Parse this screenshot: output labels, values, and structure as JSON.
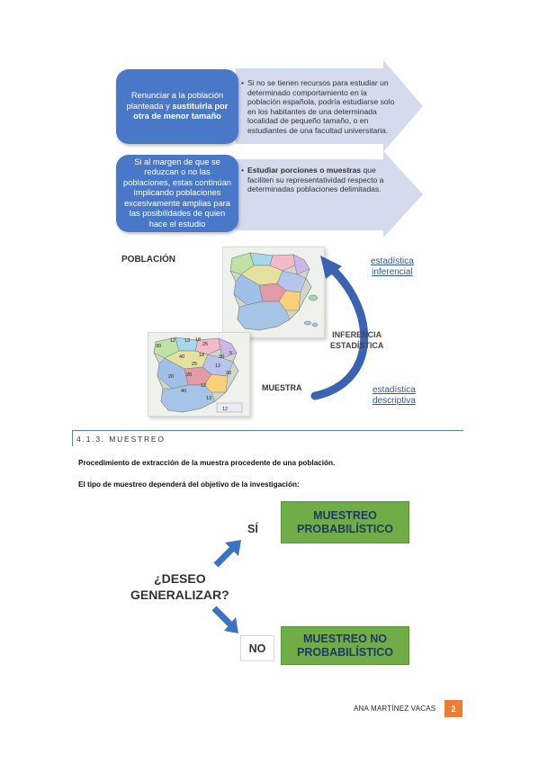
{
  "diagram_top": {
    "row1": {
      "box_pre": "Renunciar a la población planteada y ",
      "box_bold": "sustituirla por otra de menor tamaño",
      "bullet": "•",
      "text": "Si no se tienen recursos para estudiar un determinado comportamiento en la población española, podría estudiarse solo en los habitantes de una determinada localidad de pequeño tamaño, o en estudiantes de una facultad universitaria."
    },
    "row2": {
      "box": "Si al margen de que se reduzcan o no las poblaciones, estas continúan implicando poblaciones excesivamente amplias para las posibilidades de quien hace el estudio",
      "bullet": "•",
      "text_bold": "Estudiar porciones o muestras",
      "text_rest": " que faciliten su representatividad respecto a determinadas poblaciones delimitadas."
    }
  },
  "population_diagram": {
    "poblacion": "POBLACIÓN",
    "muestra": "MUESTRA",
    "inferencia_1": "INFERENCIA",
    "inferencia_2": "ESTADÍSTICA",
    "inferencial_1": "estadística",
    "inferencial_2": "inferencial",
    "descriptiva_1": "estadística",
    "descriptiva_2": "descriptiva",
    "map_numbers": [
      "30",
      "12",
      "13",
      "18",
      "25",
      "40",
      "18",
      "30",
      "5",
      "25",
      "12",
      "30",
      "20",
      "20",
      "40",
      "12",
      "13",
      "12"
    ],
    "colors": {
      "arrow": "#3a63b0",
      "blue_box": "#4a78c9",
      "chevron": "#d5dbec"
    }
  },
  "section": {
    "title": "4.1.3. MUESTREO",
    "para1": "Procedimiento de extracción de la muestra procedente de una población.",
    "para2": "El tipo de muestreo dependerá del objetivo de la investigación:"
  },
  "decision": {
    "question_1": "¿DESEO",
    "question_2": "GENERALIZAR?",
    "yes": "SÍ",
    "no": "NO",
    "prob_1": "MUESTREO",
    "prob_2": "PROBABILÍSTICO",
    "nonprob_1": "MUESTREO NO",
    "nonprob_2": "PROBABILÍSTICO",
    "colors": {
      "green": "#71ad47",
      "arrow": "#3b73c4"
    }
  },
  "footer": {
    "author": "ANA MARTÍNEZ VACAS",
    "page": "2",
    "accent": "#ed7d31"
  }
}
